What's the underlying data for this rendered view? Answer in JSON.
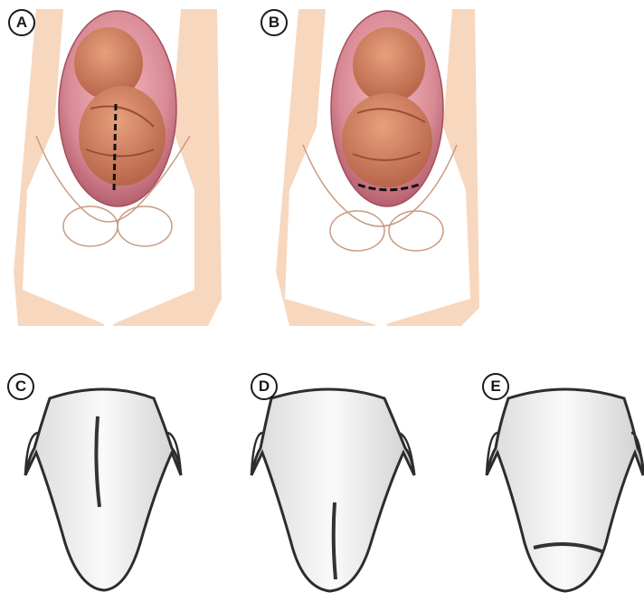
{
  "panels": [
    {
      "id": "A",
      "label": "A",
      "subject": "pregnant-uterus-vertical-incision"
    },
    {
      "id": "B",
      "label": "B",
      "subject": "pregnant-uterus-low-transverse-incision"
    },
    {
      "id": "C",
      "label": "C",
      "subject": "uterus-classical-vertical-scar"
    },
    {
      "id": "D",
      "label": "D",
      "subject": "uterus-low-vertical-scar"
    },
    {
      "id": "E",
      "label": "E",
      "subject": "uterus-low-transverse-scar"
    }
  ],
  "colors": {
    "skin": "#f3c9a8",
    "uterus": "#d98b95",
    "fetus": "#cd7a5a",
    "incision": "#111111",
    "outline": "#3a3a3a"
  }
}
